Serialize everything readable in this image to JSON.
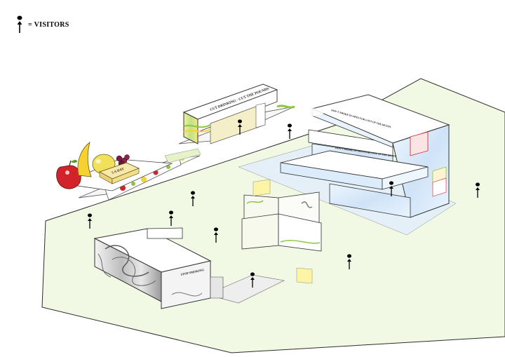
{
  "legend": {
    "symbol": "visitor-figure",
    "label": "= VISITORS"
  },
  "signs": {
    "cut_drinking": "CUT DRINKING - CUT THE POUNDS",
    "five_a_day": "5 A DAY",
    "stop_smoking": "STOP SMOKING",
    "info_top": "DON'T SMOKE IN OPEN FOR LOST OF THE HEATH",
    "info_mid": "DON'T SMOKE IN OPEN FOR LOST OF THE HEATH"
  },
  "colors": {
    "floor": "#f1f8e4",
    "kiosk_glass": "#dcecfb",
    "accent_red": "#d2232a",
    "accent_green": "#8cc63f",
    "accent_yellow": "#f6d230",
    "smoke_grey": "#7a7a7a"
  },
  "icons": [
    "visitor-figure-icon",
    "fruit-apple-icon",
    "fruit-banana-icon",
    "fruit-lemon-icon",
    "fruit-grapes-icon",
    "smoke-swirl-icon"
  ]
}
